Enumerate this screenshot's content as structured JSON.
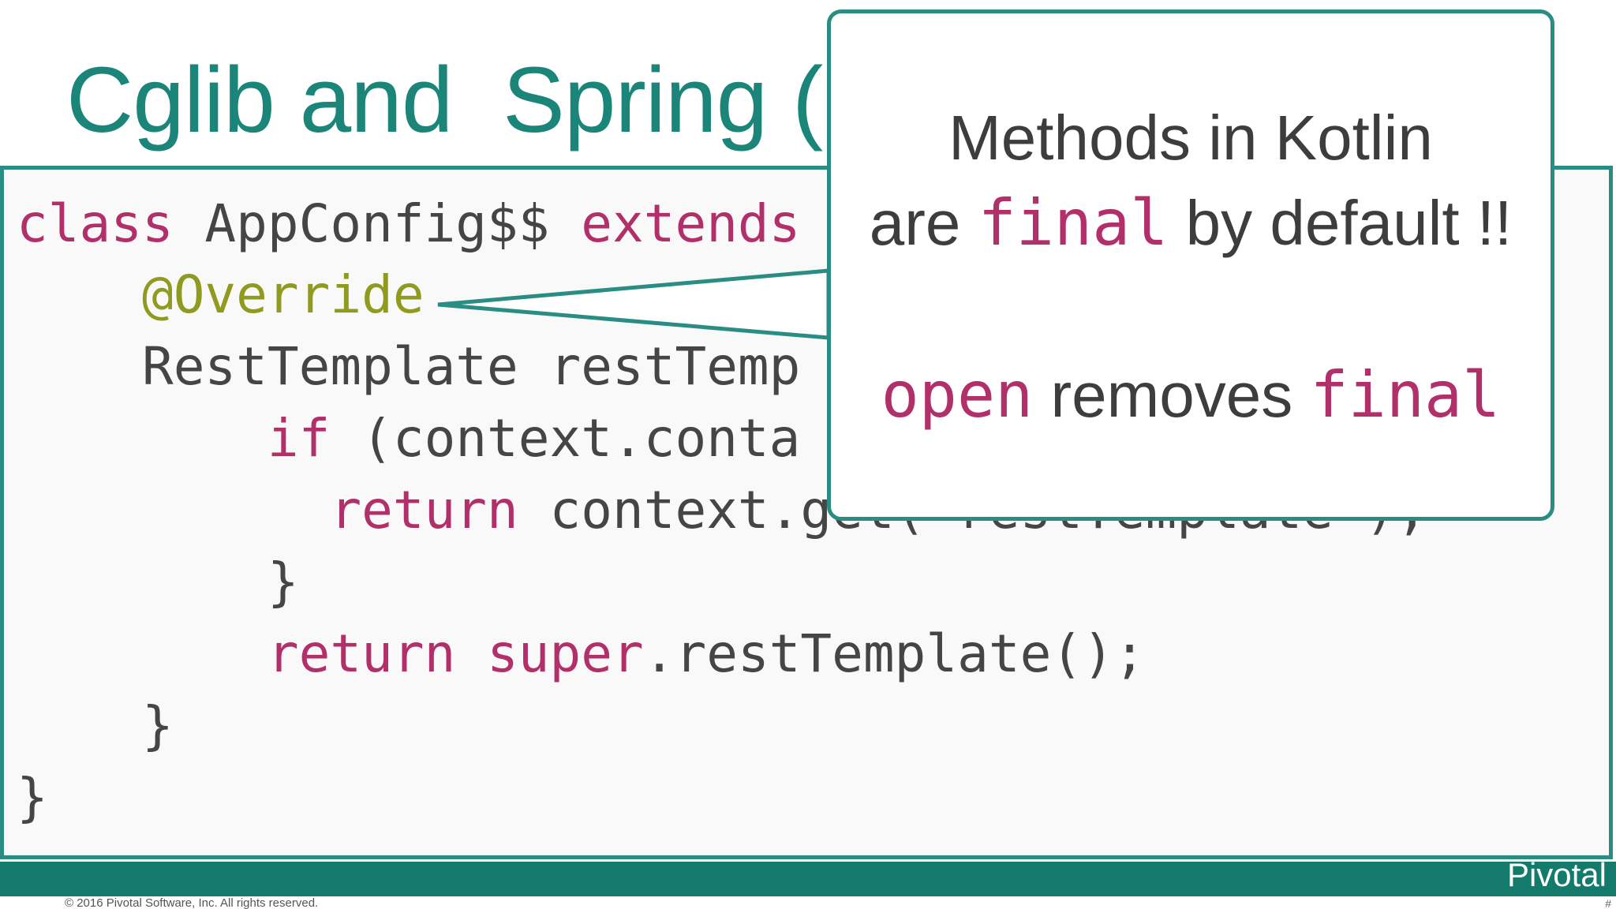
{
  "slide": {
    "title": "Cglib and  Spring (P"
  },
  "code": {
    "line1": {
      "kw1": "class",
      "text1": " AppConfig$$ ",
      "kw2": "extends"
    },
    "line2": {
      "indent": "    ",
      "annotation": "@Override"
    },
    "line3": {
      "indent": "    ",
      "text": "RestTemplate restTemp"
    },
    "line4": {
      "indent": "        ",
      "kw": "if",
      "text": " (context.conta"
    },
    "line5": {
      "indent": "          ",
      "kw": "return",
      "text": " context.get(\"restTemplate\");"
    },
    "line6": {
      "indent": "        ",
      "text": "}"
    },
    "line7": {
      "indent": "        ",
      "kw1": "return",
      "space": " ",
      "kw2": "super",
      "text": ".restTemplate();"
    },
    "line8": {
      "indent": "    ",
      "text": "}"
    },
    "line9": {
      "text": "}"
    }
  },
  "callout": {
    "line1": "Methods in Kotlin",
    "line2_pre": "are ",
    "line2_kw": "final",
    "line2_post": " by default !!",
    "line3_kw1": "open",
    "line3_mid": " removes ",
    "line3_kw2": "final"
  },
  "footer": {
    "brand": "Pivotal",
    "copyright": "© 2016 Pivotal Software, Inc.  All rights reserved.",
    "corner": "#"
  },
  "colors": {
    "title": "#1a8578",
    "border": "#2a8d83",
    "keyword": "#b2306a",
    "annotation": "#8f9a1f",
    "footer_bar": "#137a6c"
  }
}
